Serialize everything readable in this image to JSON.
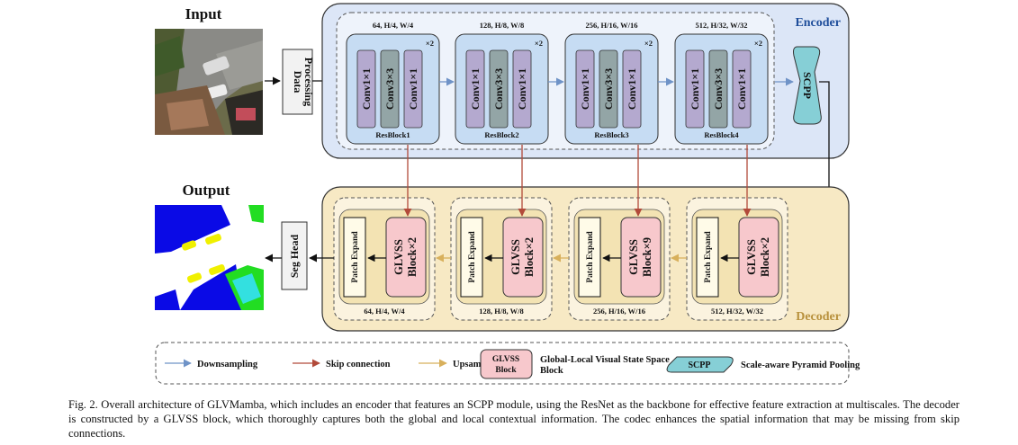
{
  "labels": {
    "input": "Input",
    "output": "Output",
    "data_processing_line1": "Data",
    "data_processing_line2": "Processing",
    "seg_head": "Seg Head",
    "encoder": "Encoder",
    "decoder": "Decoder",
    "scpp": "SCPP"
  },
  "encoder": {
    "stages": [
      {
        "dims": "64, H/4, W/4",
        "times": "×2",
        "block": "ResBlock1",
        "convs": [
          "Conv1×1",
          "Conv3×3",
          "Conv1×1"
        ]
      },
      {
        "dims": "128, H/8, W/8",
        "times": "×2",
        "block": "ResBlock2",
        "convs": [
          "Conv1×1",
          "Conv3×3",
          "Conv1×1"
        ]
      },
      {
        "dims": "256, H/16, W/16",
        "times": "×2",
        "block": "ResBlock3",
        "convs": [
          "Conv1×1",
          "Conv3×3",
          "Conv1×1"
        ]
      },
      {
        "dims": "512, H/32, W/32",
        "times": "×2",
        "block": "ResBlock4",
        "convs": [
          "Conv1×1",
          "Conv3×3",
          "Conv1×1"
        ]
      }
    ]
  },
  "decoder": {
    "stages": [
      {
        "dims": "64, H/4, W/4",
        "patch": "Patch Expand",
        "glvss_line1": "GLVSS",
        "glvss_line2": "Block×2"
      },
      {
        "dims": "128, H/8, W/8",
        "patch": "Patch Expand",
        "glvss_line1": "GLVSS",
        "glvss_line2": "Block×2"
      },
      {
        "dims": "256, H/16, W/16",
        "patch": "Patch Expand",
        "glvss_line1": "GLVSS",
        "glvss_line2": "Block×9"
      },
      {
        "dims": "512, H/32, W/32",
        "patch": "Patch Expand",
        "glvss_line1": "GLVSS",
        "glvss_line2": "Block×2"
      }
    ]
  },
  "legend": {
    "downsampling": "Downsampling",
    "skip": "Skip connection",
    "upsampling": "Upsampling",
    "glvss_box_line1": "GLVSS",
    "glvss_box_line2": "Block",
    "glvss_desc_line1": "Global-Local Visual State Space",
    "glvss_desc_line2": "Block",
    "scpp_box": "SCPP",
    "scpp_desc": "Scale-aware Pyramid Pooling"
  },
  "colors": {
    "encoder_bg": "#dce6f7",
    "encoder_inner": "#eef3fb",
    "resblock": "#c6dcf3",
    "conv": "#b4a9cf",
    "conv_mid": "#93a5a6",
    "decoder_bg": "#f7e9c4",
    "decoder_inner": "#fbf3df",
    "glvss": "#f7c8cc",
    "scpp": "#86cfd6",
    "down_arrow": "#6f93c7",
    "skip_arrow": "#b24a3a",
    "up_arrow": "#d8b05c"
  },
  "caption": "Fig. 2.   Overall architecture of GLVMamba, which includes an encoder that features an SCPP module, using the ResNet as the backbone for effective feature extraction at multiscales. The decoder is constructed by a GLVSS block, which thoroughly captures both the global and local contextual information. The codec enhances the spatial information that may be missing from skip connections."
}
